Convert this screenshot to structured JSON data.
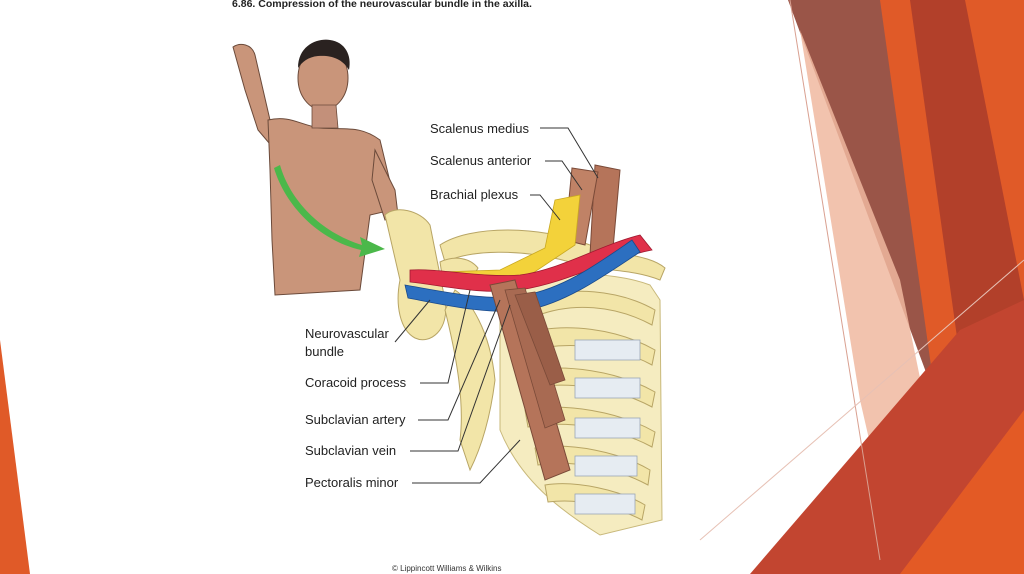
{
  "title": "6.86. Compression of the neurovascular bundle in the axilla.",
  "labels": {
    "scalenus_medius": "Scalenus medius",
    "scalenus_anterior": "Scalenus anterior",
    "brachial_plexus": "Brachial plexus",
    "neurovascular_bundle_line1": "Neurovascular",
    "neurovascular_bundle_line2": "bundle",
    "coracoid_process": "Coracoid process",
    "subclavian_artery": "Subclavian artery",
    "subclavian_vein": "Subclavian vein",
    "pectoralis_minor": "Pectoralis minor"
  },
  "credit": "© Lippincott Williams & Wilkins",
  "colors": {
    "slide_background": "#ffffff",
    "accent_orange": "#e05a28",
    "accent_dark_red": "#8b2a20",
    "accent_brown": "#9a5548",
    "bone": "#f2e5a8",
    "muscle": "#b5745a",
    "artery": "#e0304a",
    "vein": "#2c6fc0",
    "nerve": "#f3d23a",
    "skin": "#c9957a",
    "arrow": "#4bb84a"
  },
  "icons": {
    "arrow": "green-arrow-icon"
  }
}
